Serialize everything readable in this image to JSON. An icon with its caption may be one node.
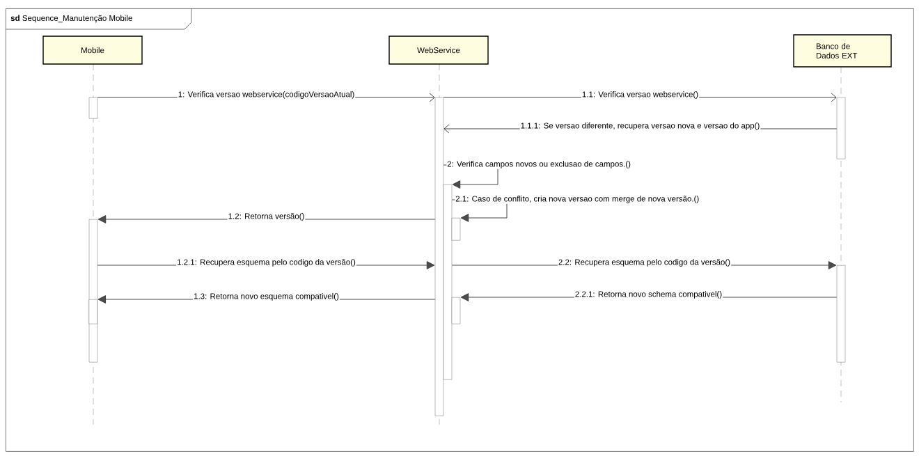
{
  "diagram": {
    "nodes": [
      {
        "text": [
          "**sd** Sequence_Manutenção Mobile"
        ]
      },
      {
        "text": [
          "Mobile"
        ],
        "in": 0
      },
      {
        "text": [
          "WebService"
        ],
        "in": 0
      },
      {
        "text": [
          "Banco de Dados EXT"
        ],
        "in": 0
      },
      {
        "text": [],
        "shape": "bar",
        "in": 0
      },
      {
        "text": [],
        "shape": "bar",
        "in": 0
      },
      {
        "text": [],
        "shape": "bar",
        "in": 5
      },
      {
        "text": [],
        "shape": "bar",
        "in": 0
      },
      {
        "text": [],
        "shape": "bar",
        "in": 0
      },
      {
        "text": [],
        "shape": "bar",
        "in": 0
      },
      {
        "text": [],
        "shape": "bar",
        "in": 0
      },
      {
        "text": [],
        "shape": "bar",
        "in": 0
      },
      {
        "text": [],
        "shape": "bar",
        "in": 0
      }
    ],
    "edges": [
      {
        "from": 4,
        "to": 7,
        "arrow": "to",
        "label": "1: Verifica versao webservice(codigoVersaoAtual)"
      },
      {
        "from": 7,
        "to": 11,
        "arrow": "to",
        "label": "1.1: Verifica versao webservice()"
      },
      {
        "from": 11,
        "to": 7,
        "arrow": "to",
        "label": "1.1.1: Se versao diferente, recupera versao nova e versao do app()"
      },
      {
        "from": 7,
        "to": 8,
        "arrow": "to",
        "label": "2: Verifica campos novos ou exclusao de campos.()"
      },
      {
        "from": 8,
        "to": 9,
        "arrow": "to",
        "label": "2.1: Caso de conflito, cria nova versao com merge de nova versão.()"
      },
      {
        "from": 7,
        "to": 5,
        "arrow": "to",
        "label": "1.2: Retorna versão()"
      },
      {
        "from": 5,
        "to": 7,
        "arrow": "to",
        "label": "1.2.1: Recupera esquema pelo codigo da versão()"
      },
      {
        "from": 8,
        "to": 12,
        "arrow": "to",
        "label": "2.2: Recupera esquema pelo codigo da versão()"
      },
      {
        "from": 7,
        "to": 6,
        "arrow": "to",
        "label": "1.3: Retorna novo esquema compativel()"
      },
      {
        "from": 12,
        "to": 10,
        "arrow": "to",
        "label": "2.2.1: Retorna novo schema compativel()"
      }
    ]
  }
}
